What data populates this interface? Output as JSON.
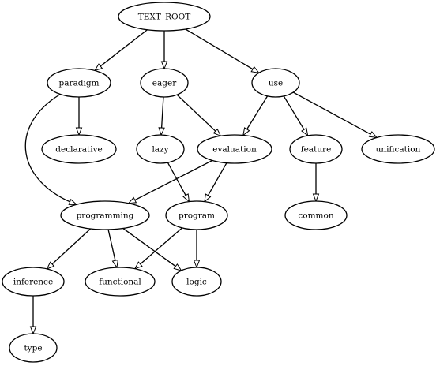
{
  "nodes": [
    {
      "id": "text_root",
      "label": "TEXT_ROOT"
    },
    {
      "id": "paradigm",
      "label": "paradigm"
    },
    {
      "id": "eager",
      "label": "eager"
    },
    {
      "id": "use",
      "label": "use"
    },
    {
      "id": "declarative",
      "label": "declarative"
    },
    {
      "id": "lazy",
      "label": "lazy"
    },
    {
      "id": "evaluation",
      "label": "evaluation"
    },
    {
      "id": "feature",
      "label": "feature"
    },
    {
      "id": "unification",
      "label": "unification"
    },
    {
      "id": "programming",
      "label": "programming"
    },
    {
      "id": "program",
      "label": "program"
    },
    {
      "id": "common",
      "label": "common"
    },
    {
      "id": "inference",
      "label": "inference"
    },
    {
      "id": "functional",
      "label": "functional"
    },
    {
      "id": "logic",
      "label": "logic"
    },
    {
      "id": "type",
      "label": "type"
    }
  ],
  "edges": [
    {
      "from": "text_root",
      "to": "paradigm"
    },
    {
      "from": "text_root",
      "to": "eager"
    },
    {
      "from": "text_root",
      "to": "use"
    },
    {
      "from": "paradigm",
      "to": "declarative"
    },
    {
      "from": "paradigm",
      "to": "programming"
    },
    {
      "from": "eager",
      "to": "lazy"
    },
    {
      "from": "eager",
      "to": "evaluation"
    },
    {
      "from": "use",
      "to": "evaluation"
    },
    {
      "from": "use",
      "to": "feature"
    },
    {
      "from": "use",
      "to": "unification"
    },
    {
      "from": "lazy",
      "to": "program"
    },
    {
      "from": "evaluation",
      "to": "programming"
    },
    {
      "from": "evaluation",
      "to": "program"
    },
    {
      "from": "feature",
      "to": "common"
    },
    {
      "from": "programming",
      "to": "inference"
    },
    {
      "from": "programming",
      "to": "functional"
    },
    {
      "from": "programming",
      "to": "logic"
    },
    {
      "from": "program",
      "to": "functional"
    },
    {
      "from": "program",
      "to": "logic"
    },
    {
      "from": "inference",
      "to": "type"
    }
  ]
}
